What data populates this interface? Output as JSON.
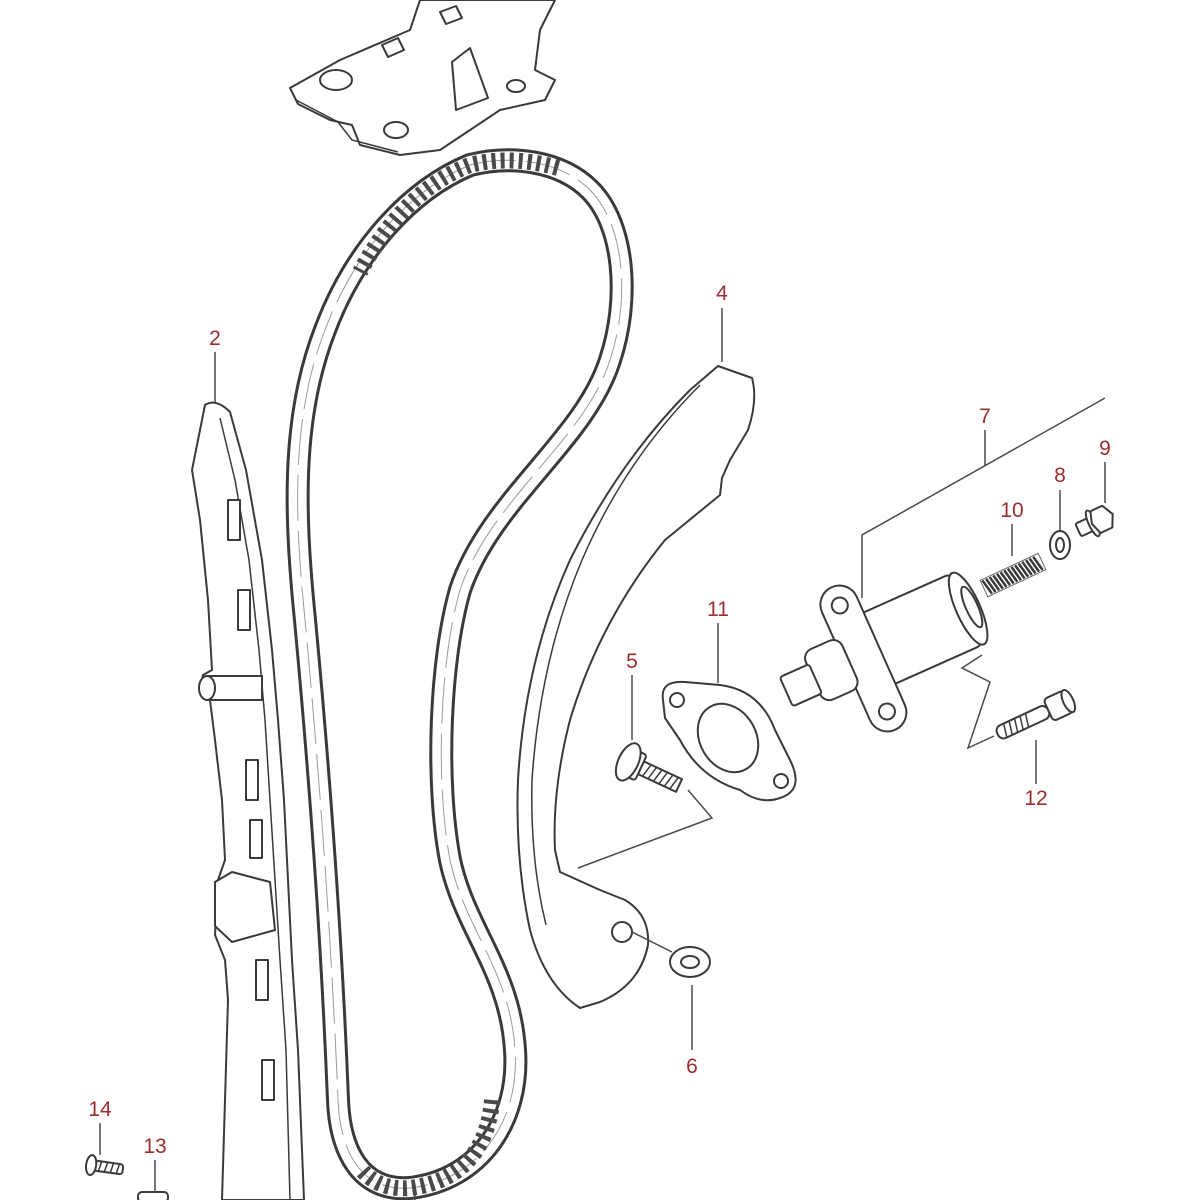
{
  "callouts": [
    "2",
    "4",
    "7",
    "9",
    "8",
    "10",
    "11",
    "5",
    "12",
    "6",
    "14",
    "13"
  ],
  "colors": {
    "line": "#3a3a3a",
    "callout": "#9b2d2d",
    "background": "#ffffff"
  }
}
